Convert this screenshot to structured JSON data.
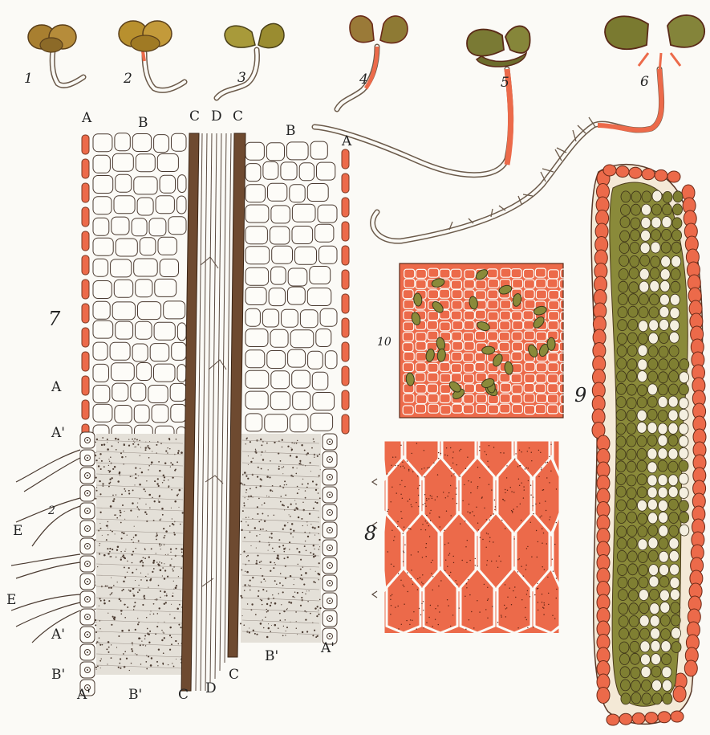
{
  "palette": {
    "paper": "#fbfaf6",
    "ink": "#3a2a20",
    "red": "#ec6a4a",
    "olive": "#8a8a3a",
    "xylem": "#6e4a30",
    "seed_tan": "#b08a3a"
  },
  "figure_numbers": [
    "1",
    "2",
    "3",
    "4",
    "5",
    "6",
    "7",
    "8",
    "9",
    "10"
  ],
  "section_labels": {
    "top_left_A": "A",
    "top_left_B": "B",
    "top_left_C": "C",
    "top_D": "D",
    "top_right_C": "C",
    "top_right_B": "B",
    "top_right_A": "A",
    "mid_A": "A",
    "mid_A_prime": "A'",
    "hair_2": "2",
    "E_upper": "E",
    "E_lower": "E",
    "low_A_prime": "A'",
    "low_B_prime": "B'",
    "bottom_A_prime": "A'",
    "bottom_B_prime": "B'",
    "bottom_C_left": "C",
    "bottom_D": "D",
    "bottom_C_right": "C",
    "right_B_prime": "B'",
    "right_A_prime": "A'"
  }
}
